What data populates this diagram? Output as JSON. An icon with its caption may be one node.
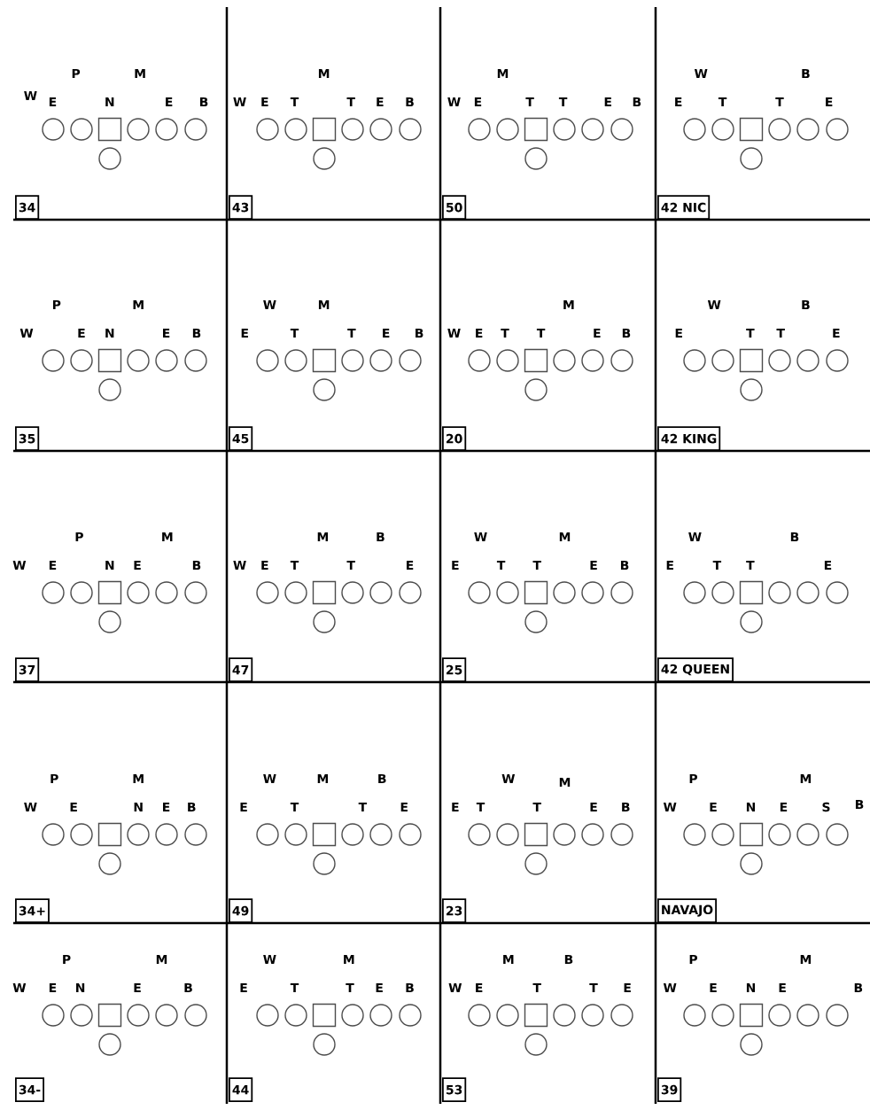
{
  "diagram": {
    "nodes": [
      {
        "text": [
          "34"
        ]
      },
      {
        "text": [
          "43"
        ]
      },
      {
        "text": [
          "50"
        ]
      },
      {
        "text": [
          "42 NIC"
        ]
      },
      {
        "text": [
          "35"
        ]
      },
      {
        "text": [
          "45"
        ]
      },
      {
        "text": [
          "20"
        ]
      },
      {
        "text": [
          "42 KING"
        ]
      },
      {
        "text": [
          "37"
        ]
      },
      {
        "text": [
          "47"
        ]
      },
      {
        "text": [
          "25"
        ]
      },
      {
        "text": [
          "42 QUEEN"
        ]
      },
      {
        "text": [
          "34+"
        ]
      },
      {
        "text": [
          "49"
        ]
      },
      {
        "text": [
          "23"
        ]
      },
      {
        "text": [
          "NAVAJO"
        ]
      },
      {
        "text": [
          "34-"
        ]
      },
      {
        "text": [
          "44"
        ]
      },
      {
        "text": [
          "53"
        ]
      },
      {
        "text": [
          "39"
        ]
      }
    ],
    "labels": [
      "P",
      "M",
      "W",
      "E",
      "N",
      "E",
      "B",
      "M",
      "W",
      "E",
      "T",
      "T",
      "E",
      "B",
      "M",
      "W",
      "E",
      "T",
      "T",
      "E",
      "B",
      "W",
      "B",
      "E",
      "T",
      "T",
      "E",
      "P",
      "M",
      "W",
      "E",
      "N",
      "E",
      "B",
      "W",
      "M",
      "E",
      "T",
      "T",
      "E",
      "B",
      "M",
      "W",
      "E",
      "T",
      "T",
      "E",
      "B",
      "W",
      "B",
      "E",
      "T",
      "T",
      "E",
      "P",
      "M",
      "W",
      "E",
      "N",
      "E",
      "B",
      "M",
      "B",
      "W",
      "E",
      "T",
      "T",
      "E",
      "W",
      "M",
      "E",
      "T",
      "T",
      "E",
      "B",
      "W",
      "B",
      "E",
      "T",
      "T",
      "E",
      "P",
      "M",
      "W",
      "E",
      "N",
      "E",
      "B",
      "W",
      "M",
      "B",
      "E",
      "T",
      "T",
      "E",
      "W",
      "M",
      "E",
      "T",
      "T",
      "E",
      "B",
      "P",
      "M",
      "W",
      "E",
      "N",
      "E",
      "S",
      "B",
      "P",
      "M",
      "W",
      "E",
      "N",
      "E",
      "B",
      "W",
      "M",
      "E",
      "T",
      "T",
      "E",
      "B",
      "M",
      "B",
      "W",
      "E",
      "T",
      "T",
      "E",
      "P",
      "M",
      "W",
      "E",
      "N",
      "E",
      "B"
    ]
  }
}
